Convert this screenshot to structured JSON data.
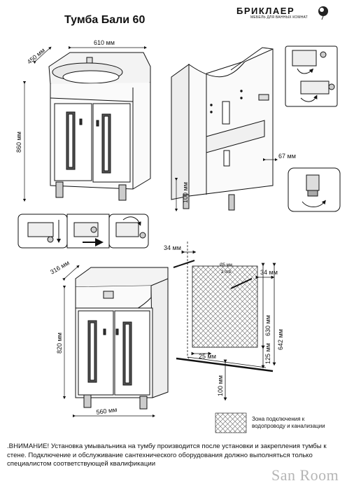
{
  "title": "Тумба Бали 60",
  "brand": {
    "name": "БРИКЛАЕР",
    "tagline": "МЕБЕЛЬ ДЛЯ ВАННЫХ КОМНАТ"
  },
  "dimensions": {
    "depth_top": "450 мм",
    "width_top": "610 мм",
    "height_total": "860 мм",
    "leg_height": "100 мм",
    "inset_67": "67 мм",
    "depth_bottom": "316 мм",
    "height_body": "820 мм",
    "width_bottom": "560 мм",
    "wall_34_left": "34 мм",
    "wall_34_right": "34 мм",
    "hole_diameter": "Ø5 мм",
    "hole_count": "2 отв.",
    "wall_630": "630 мм",
    "wall_642": "642 мм",
    "wall_125": "125 мм",
    "wall_25": "25 мм",
    "wall_100": "100 мм"
  },
  "legend": {
    "text": "Зона подключения к водопроводу и канализации"
  },
  "warning": {
    "text": ".ВНИМАНИЕ! Установка умывальника на тумбу производится после установки и закрепления тумбы к стене. Подключение и обслуживание сантехнического оборудования должно выполняться только специалистом соответствующей квалификации"
  },
  "watermark": "San Room"
}
